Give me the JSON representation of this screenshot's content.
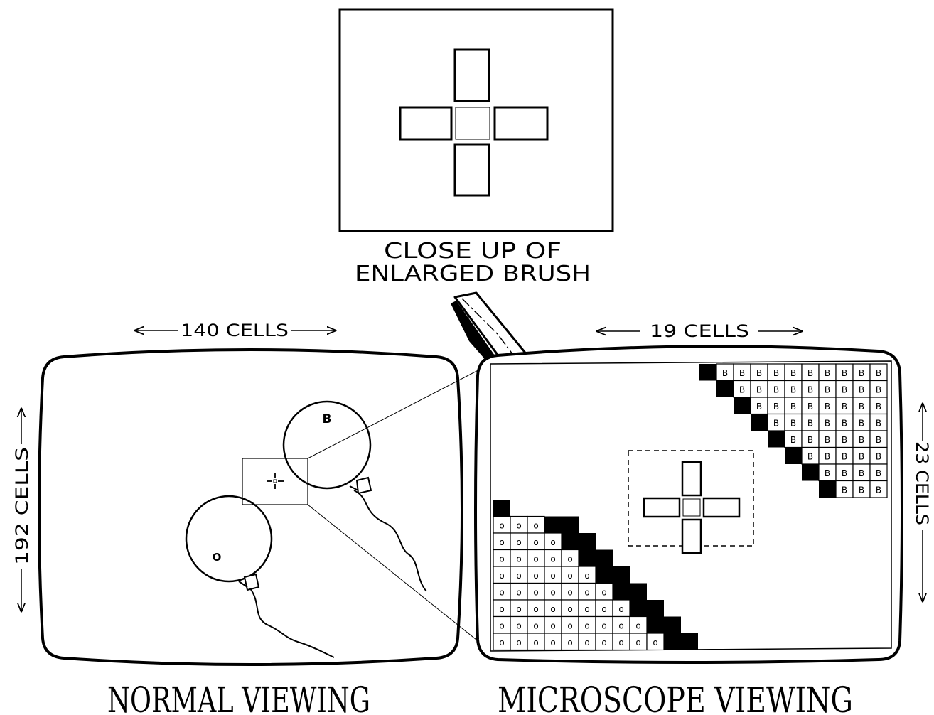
{
  "closeup": {
    "caption_line1": "CLOSE UP OF",
    "caption_line2": "ENLARGED BRUSH"
  },
  "normal": {
    "width_label": "140 CELLS",
    "height_label": "192 CELLS",
    "title": "NORMAL VIEWING",
    "balloon_b_label": "B",
    "balloon_o_label": "O"
  },
  "microscope": {
    "width_label": "19 CELLS",
    "height_label": "23 CELLS",
    "title": "MICROSCOPE VIEWING",
    "cell_b": "B",
    "cell_o": "o"
  },
  "colors": {
    "ink": "#000000",
    "paper": "#ffffff"
  }
}
